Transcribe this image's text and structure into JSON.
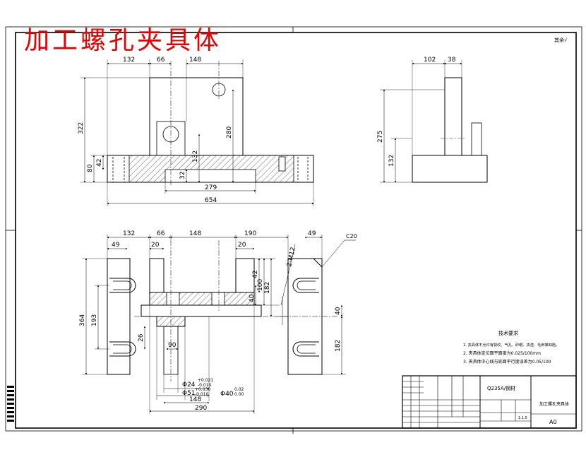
{
  "title": "加工螺孔夹具体",
  "roughness_mark": "其余√",
  "front_view": {
    "dims_top": [
      "132",
      "66",
      "148"
    ],
    "dim_overall": "654",
    "dim_bottom": "279",
    "dim_height": "322",
    "dim_280": "280",
    "dim_80": "80",
    "dim_42": "42",
    "dim_132": "132",
    "dim_32": "32"
  },
  "side_view": {
    "dims_top": [
      "102",
      "38"
    ],
    "dim_275": "275",
    "dim_132": "132"
  },
  "top_view": {
    "dims_top": [
      "132",
      "66",
      "148",
      "190",
      "49"
    ],
    "dims_second": [
      "49",
      "20",
      "20"
    ],
    "dim_364": "364",
    "dim_193": "193",
    "dim_26": "26",
    "dim_90": "90",
    "dim_42": "42",
    "dim_100": "100",
    "dim_182a": "182",
    "dim_40a": "40",
    "dim_40b": "40",
    "dim_182b": "182",
    "thread": "2-M12",
    "chamfer": "C20",
    "dia24": "Φ24",
    "dia24_tol_up": "+0.021",
    "dia24_tol_low": "-0.010",
    "dia51": "Φ51",
    "dia51_tol_up": "+0.030",
    "dia51_tol_low": "-0.010",
    "dia40": "Φ40",
    "dia40_tol_up": "0.02",
    "dia40_tol_low": "0.00",
    "dim_148": "148",
    "dim_290": "290"
  },
  "tech_requirements": {
    "heading": "技术要求",
    "items": [
      "1. 夹具体不允许有裂纹、气孔、砂眼、夹渣、毛刺等缺陷。",
      "2. 夹具体定位面平面度为0.025/100mm",
      "3. 夹具体中心线与底面平行度误差为0.05/100"
    ]
  },
  "title_block": {
    "material": "Q235A/钢材",
    "part_name": "加工螺孔夹具体",
    "sheet_size": "A0",
    "scale": "1:1.5"
  }
}
